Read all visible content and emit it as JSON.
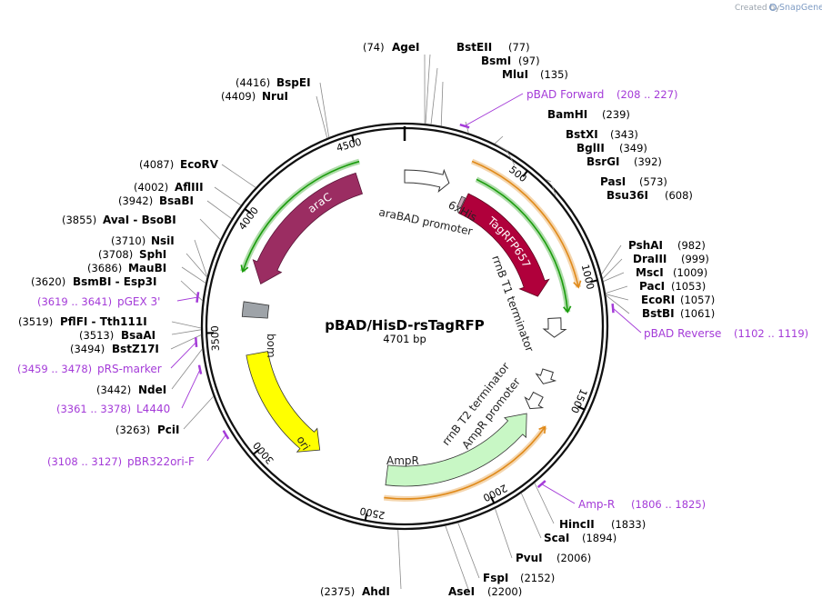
{
  "watermark": {
    "prefix": "Created by",
    "app": "SnapGene"
  },
  "plasmid": {
    "name": "pBAD/HisD-rsTagRFP",
    "size_label": "4701 bp",
    "length": 4701
  },
  "colors": {
    "araC": "#9b2d62",
    "TagRFP657": "#b0003b",
    "AmpR": "#c8f7c5",
    "ori": "#ffff00",
    "bom": "#9ea3a8",
    "promoter": "#ffffff",
    "orf_green": "#1a9c0c",
    "orf_orange": "#e08a1a",
    "primer": "#a43bd8"
  },
  "ticks": [
    "500",
    "1000",
    "1500",
    "2000",
    "2500",
    "3000",
    "3500",
    "4000",
    "4500"
  ],
  "enzymes": [
    {
      "name": "AgeI",
      "pos": "(74)"
    },
    {
      "name": "BstEII",
      "pos": "(77)"
    },
    {
      "name": "BsmI",
      "pos": "(97)"
    },
    {
      "name": "MluI",
      "pos": "(135)"
    },
    {
      "name": "BamHI",
      "pos": "(239)"
    },
    {
      "name": "BstXI",
      "pos": "(343)"
    },
    {
      "name": "BglII",
      "pos": "(349)"
    },
    {
      "name": "BsrGI",
      "pos": "(392)"
    },
    {
      "name": "PasI",
      "pos": "(573)"
    },
    {
      "name": "Bsu36I",
      "pos": "(608)"
    },
    {
      "name": "PshAI",
      "pos": "(982)"
    },
    {
      "name": "DraIII",
      "pos": "(999)"
    },
    {
      "name": "MscI",
      "pos": "(1009)"
    },
    {
      "name": "PacI",
      "pos": "(1053)"
    },
    {
      "name": "EcoRI",
      "pos": "(1057)"
    },
    {
      "name": "BstBI",
      "pos": "(1061)"
    },
    {
      "name": "HincII",
      "pos": "(1833)"
    },
    {
      "name": "ScaI",
      "pos": "(1894)"
    },
    {
      "name": "PvuI",
      "pos": "(2006)"
    },
    {
      "name": "FspI",
      "pos": "(2152)"
    },
    {
      "name": "AseI",
      "pos": "(2200)"
    },
    {
      "name": "AhdI",
      "pos": "(2375)"
    },
    {
      "name": "PciI",
      "pos": "(3263)"
    },
    {
      "name": "NdeI",
      "pos": "(3442)"
    },
    {
      "name": "BstZ17I",
      "pos": "(3494)"
    },
    {
      "name": "BsaAI",
      "pos": "(3513)"
    },
    {
      "name": "PflFI - Tth111I",
      "pos": "(3519)"
    },
    {
      "name": "BsmBI - Esp3I",
      "pos": "(3620)"
    },
    {
      "name": "MauBI",
      "pos": "(3686)"
    },
    {
      "name": "SphI",
      "pos": "(3708)"
    },
    {
      "name": "NsiI",
      "pos": "(3710)"
    },
    {
      "name": "AvaI - BsoBI",
      "pos": "(3855)"
    },
    {
      "name": "BsaBI",
      "pos": "(3942)"
    },
    {
      "name": "AflIII",
      "pos": "(4002)"
    },
    {
      "name": "EcoRV",
      "pos": "(4087)"
    },
    {
      "name": "NruI",
      "pos": "(4409)"
    },
    {
      "name": "BspEI",
      "pos": "(4416)"
    }
  ],
  "primers": [
    {
      "name": "pBAD Forward",
      "range": "(208 .. 227)"
    },
    {
      "name": "pBAD Reverse",
      "range": "(1102 .. 1119)"
    },
    {
      "name": "Amp-R",
      "range": "(1806 .. 1825)"
    },
    {
      "name": "pBR322ori-F",
      "range": "(3108 .. 3127)"
    },
    {
      "name": "L4440",
      "range": "(3361 .. 3378)"
    },
    {
      "name": "pRS-marker",
      "range": "(3459 .. 3478)"
    },
    {
      "name": "pGEX 3'",
      "range": "(3619 .. 3641)"
    }
  ],
  "features": [
    {
      "name": "araC"
    },
    {
      "name": "araBAD promoter"
    },
    {
      "name": "6xHis"
    },
    {
      "name": "TagRFP657"
    },
    {
      "name": "rrnB T1 terminator"
    },
    {
      "name": "rrnB T2 terminator"
    },
    {
      "name": "AmpR promoter"
    },
    {
      "name": "AmpR"
    },
    {
      "name": "ori"
    },
    {
      "name": "bom"
    }
  ]
}
